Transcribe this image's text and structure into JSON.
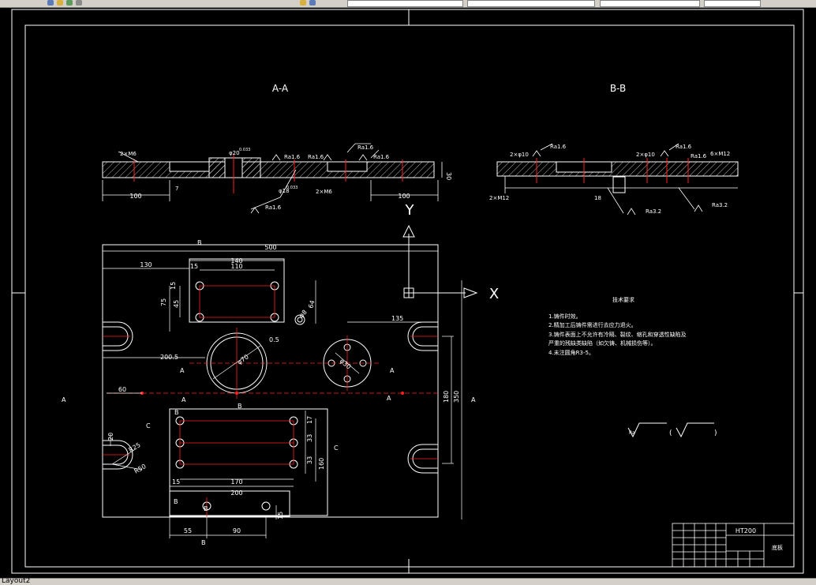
{
  "app": {
    "layout_tab": "Layout2"
  },
  "colors": {
    "background": "#000000",
    "lines": "#ffffff",
    "centerlines": "#ff0000",
    "hatch": "#ffffff",
    "toolbar": "#d4d0c8"
  },
  "section_aa": {
    "title": "A-A",
    "left_dim": "100",
    "right_dim": "100",
    "height_dim": "30",
    "small_dim": "7",
    "left_thread": "2×M6",
    "mid_thread": "2×M6",
    "bore": "φ20",
    "bore_tol": "0.033",
    "hole_label": "φ18",
    "hole_tol": "0.033",
    "ra1": "Ra1.6",
    "ra2": "Ra1.6",
    "ra3": "Ra1.6",
    "ra4": "Ra1.6",
    "ra5": "Ra1.6"
  },
  "section_bb": {
    "title": "B-B",
    "left_thread": "2×M12",
    "bottom_thread": "2×M12",
    "top_hole": "2×φ10",
    "right_thread": "6×M12",
    "mid_hole": "2×φ10",
    "bottom_mid": "18",
    "ra1": "Ra1.6",
    "ra2": "Ra1.6",
    "ra3": "Ra1.6",
    "ra4": "Ra3.2",
    "ra5": "Ra3.2"
  },
  "plan": {
    "axis_y": "Y",
    "axis_x": "X",
    "b_top": "B",
    "width_500": "500",
    "d140": "140",
    "d130": "130",
    "d15a": "15",
    "d110": "110",
    "d15b": "15",
    "d75": "75",
    "d45": "45",
    "d64": "64",
    "dphi8": "φ8",
    "d05": "0.5",
    "d135": "135",
    "d2005": "200.5",
    "dphi70": "φ70",
    "dphi30": "φ30",
    "a_left": "A",
    "a_right": "A",
    "a_mid": "A",
    "a_far": "A",
    "a_edge": "A",
    "a_side": "A",
    "d60": "60",
    "b_mid": "B",
    "d180": "180",
    "d350": "350",
    "c_left": "C",
    "c_right": "C",
    "b_low": "B",
    "d17": "17",
    "d33a": "33",
    "d33b": "33",
    "d160": "160",
    "d15c": "15",
    "d170": "170",
    "d200": "200",
    "d20": "20",
    "dr25": "R25",
    "dr50": "R50",
    "b_low2": "B",
    "b_small": "B",
    "d15d": "15",
    "d55": "55",
    "d90": "90",
    "b_bottom": "B"
  },
  "notes": {
    "title": "技术要求",
    "line1": "1.铸件时效。",
    "line2": "2.精加工后铸件需进行去应力退火。",
    "line3": "3.铸件表面上不允许有冷隔、裂纹、缩孔和穿透性缺陷及",
    "line4": "严重的残缺类缺陷（如欠铸、机械损伤等）。",
    "line5": "4.未注圆角R3-5。"
  },
  "roughness_note": {
    "left": "Ra",
    "paren": "(",
    "right": ")"
  },
  "title_block": {
    "material": "HT200",
    "part": "底板"
  }
}
